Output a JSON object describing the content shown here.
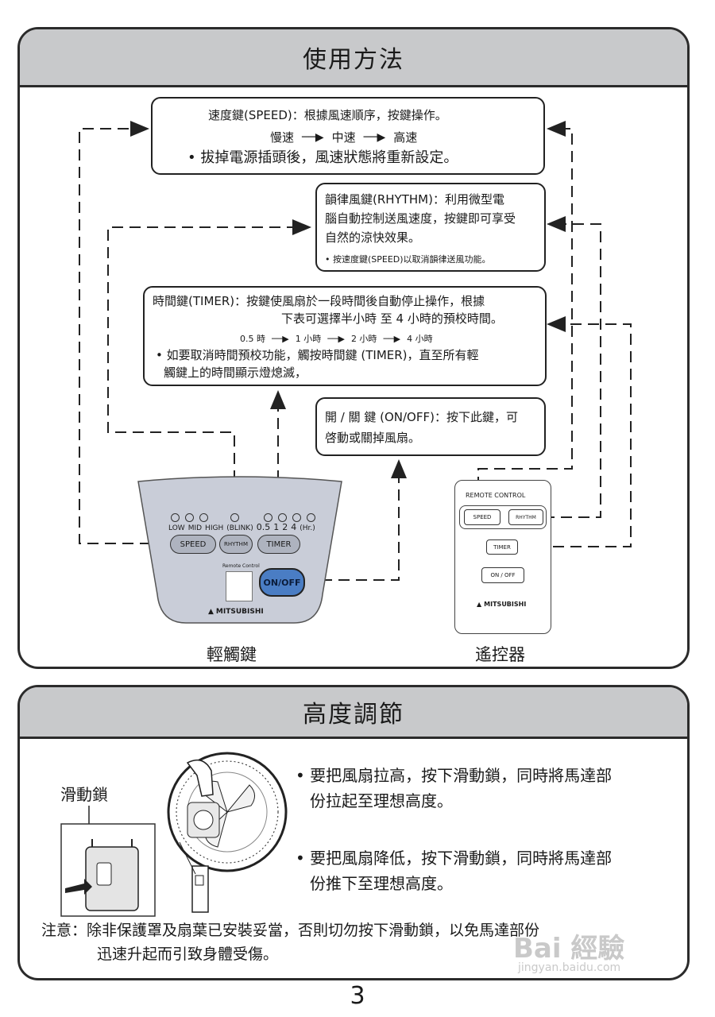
{
  "usage": {
    "title": "使用方法",
    "speed_box": {
      "line1": "速度鍵(SPEED)：根據風速順序，按鍵操作。",
      "speeds": [
        "慢速",
        "中速",
        "高速"
      ],
      "note": "• 拔掉電源插頭後，風速狀態將重新設定。"
    },
    "rhythm_box": {
      "line1": "韻律風鍵(RHYTHM)：利用微型電",
      "line2": "腦自動控制送風速度，按鍵即可享受",
      "line3": "自然的涼快效果。",
      "note": "• 按速度鍵(SPEED)以取消韻律送風功能。"
    },
    "timer_box": {
      "line1": "時間鍵(TIMER)：按鍵使風扇於一段時間後自動停止操作，根據",
      "line2": "下表可選擇半小時 至 4 小時的預校時間。",
      "times": [
        "0.5 時",
        "1 小時",
        "2 小時",
        "4 小時"
      ],
      "note1": "• 如要取消時間預校功能，觸按時間鍵 (TIMER)，直至所有輕",
      "note2": "觸鍵上的時間顯示燈熄滅，"
    },
    "onoff_box": {
      "line1": "開 / 關 鍵 (ON/OFF)：按下此鍵，可",
      "line2": "啓動或關掉風扇。"
    },
    "touch_panel": {
      "indicators": [
        "LOW",
        "MID",
        "HIGH",
        "(BLINK)",
        "0.5",
        "1",
        "2",
        "4",
        "(Hr.)"
      ],
      "buttons": [
        "SPEED",
        "RHYTHM",
        "TIMER",
        "ON/OFF"
      ],
      "remote_label": "Remote Control",
      "brand": "MITSUBISHI",
      "caption": "輕觸鍵"
    },
    "remote": {
      "title": "REMOTE CONTROL",
      "buttons": [
        "SPEED",
        "RHYTHM",
        "TIMER",
        "ON / OFF"
      ],
      "brand": "MITSUBISHI",
      "caption": "遙控器"
    }
  },
  "height": {
    "title": "高度調節",
    "lock_label": "滑動鎖",
    "bullet1_line1": "• 要把風扇拉高，按下滑動鎖，同時將馬達部",
    "bullet1_line2": "份拉起至理想高度。",
    "bullet2_line1": "• 要把風扇降低，按下滑動鎖，同時將馬達部",
    "bullet2_line2": "份推下至理想高度。",
    "note_line1": "注意：除非保護罩及扇葉已安裝妥當，否則切勿按下滑動鎖，以免馬達部份",
    "note_line2": "迅速升起而引致身體受傷。"
  },
  "page_number": "3",
  "watermark": {
    "line1": "Bai 經驗",
    "line2": "jingyan.baidu.com"
  }
}
